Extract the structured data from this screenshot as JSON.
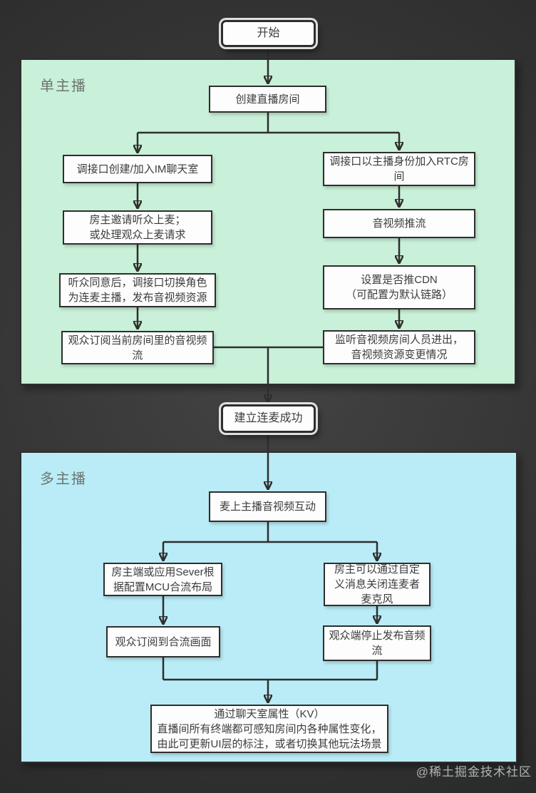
{
  "canvas": {
    "bg": "#3c3c3c",
    "line_color": "#2e2e2e",
    "node_bg": "#fdfdfd",
    "node_border": "#2e2e2e"
  },
  "start": {
    "label": "开始"
  },
  "connector": {
    "label": "建立连麦成功"
  },
  "sections": {
    "single": {
      "label": "单主播",
      "bg": "#c9f0d8",
      "nodes": {
        "create_room": "创建直播房间",
        "im_room": "调接口创建/加入IM聊天室",
        "invite_mic": "房主邀请听众上麦；\n或处理观众上麦请求",
        "switch_role": "听众同意后，调接口切换角色\n为连麦主播，发布音视频资源",
        "subscribe_stream": "观众订阅当前房间里的音视频\n流",
        "join_rtc": "调接口以主播身份加入RTC房\n间",
        "push_stream": "音视频推流",
        "cdn": "设置是否推CDN\n（可配置为默认链路）",
        "monitor": "监听音视频房间人员进出，\n音视频资源变更情况"
      }
    },
    "multi": {
      "label": "多主播",
      "bg": "#b9ecf6",
      "nodes": {
        "mic_interact": "麦上主播音视频互动",
        "mcu_layout": "房主端或应用Sever根\n据配置MCU合流布局",
        "custom_msg": "房主可以通过自定\n义消息关闭连麦者\n麦克风",
        "subscribe_mixed": "观众订阅到合流画面",
        "stop_audio": "观众端停止发布音频\n流",
        "kv_attr": "通过聊天室属性（KV）\n直播间所有终端都可感知房间内各种属性变化，\n由此可更新UI层的标注，或者切换其他玩法场景"
      }
    }
  },
  "watermark": "@稀土掘金技术社区"
}
